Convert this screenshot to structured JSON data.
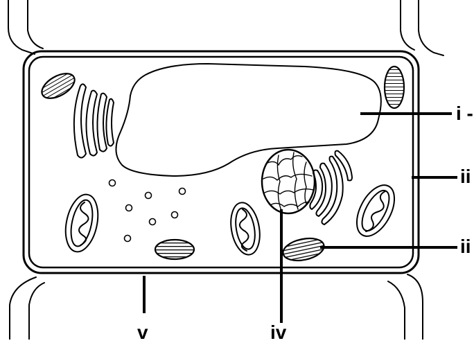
{
  "labels": {
    "i": "i -",
    "ii_wall": "ii",
    "ii_chloroplast": "ii",
    "iv": "iv",
    "v": "v"
  },
  "colors": {
    "stroke": "#000000",
    "background": "#ffffff"
  }
}
